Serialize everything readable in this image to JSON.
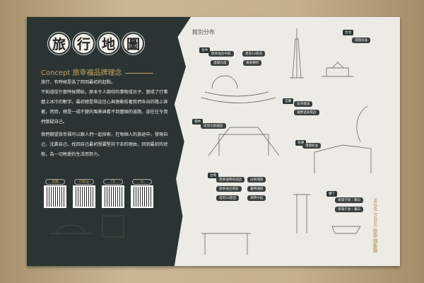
{
  "title": [
    "旅",
    "行",
    "地",
    "圖"
  ],
  "concept": {
    "en": "Concept",
    "zh": "旅幸福品牌理念"
  },
  "paragraphs": [
    "旅行，有時候是為了回到最初的起點。",
    "不知道從什麼時候開始，原本令人期待的事物或日子，變成了行事曆上冰冷的數字。最初總是帶這信心與激動前著我們各自的路上奔著，然而，總是一成不變的風景與看不到盡頭的道路，卻往往令我們懷疑自己。",
    "我們期望旅幸福可以跟人們一起探索，在每個人的旅途中，發現自己、沈澱自己、找回自己最初想要堅持下去的理由，回到最初的狀態，為一切熱愛的生活而努力。"
  ],
  "qr": [
    "官網",
    "LINE@",
    "FB",
    "IG"
  ],
  "section_title": "館別分布",
  "regions": {
    "taichung": {
      "city": "台中",
      "hotels": [
        "旅幸福台中館",
        "夏思12旅店",
        "溫閣光城",
        "風華驛所"
      ]
    },
    "taipei": {
      "city": "台北",
      "hotels": [
        "漫旅房舍"
      ]
    },
    "yilan": {
      "city": "宜蘭",
      "hotels": [
        "安禾礁溪",
        "瀧野溫泉旅店"
      ]
    },
    "yunlin": {
      "city": "雲林",
      "hotels": [
        "成境文創園區"
      ]
    },
    "hualien": {
      "city": "花蓮",
      "hotels": [
        "漫旅館舍"
      ]
    },
    "tainan": {
      "city": "台南",
      "hotels": [
        "旅幸福時尚酒店",
        "古根潮旅",
        "旅幸福台南館",
        "靈時潮旅",
        "渣的23旅店",
        "澤時今館"
      ]
    },
    "kenting": {
      "city": "墾丁",
      "hotels": [
        "南灣夕語｜朝日",
        "南灣夕語｜暮日"
      ]
    }
  },
  "logo": "Hotel Initial 旅幸福集團"
}
